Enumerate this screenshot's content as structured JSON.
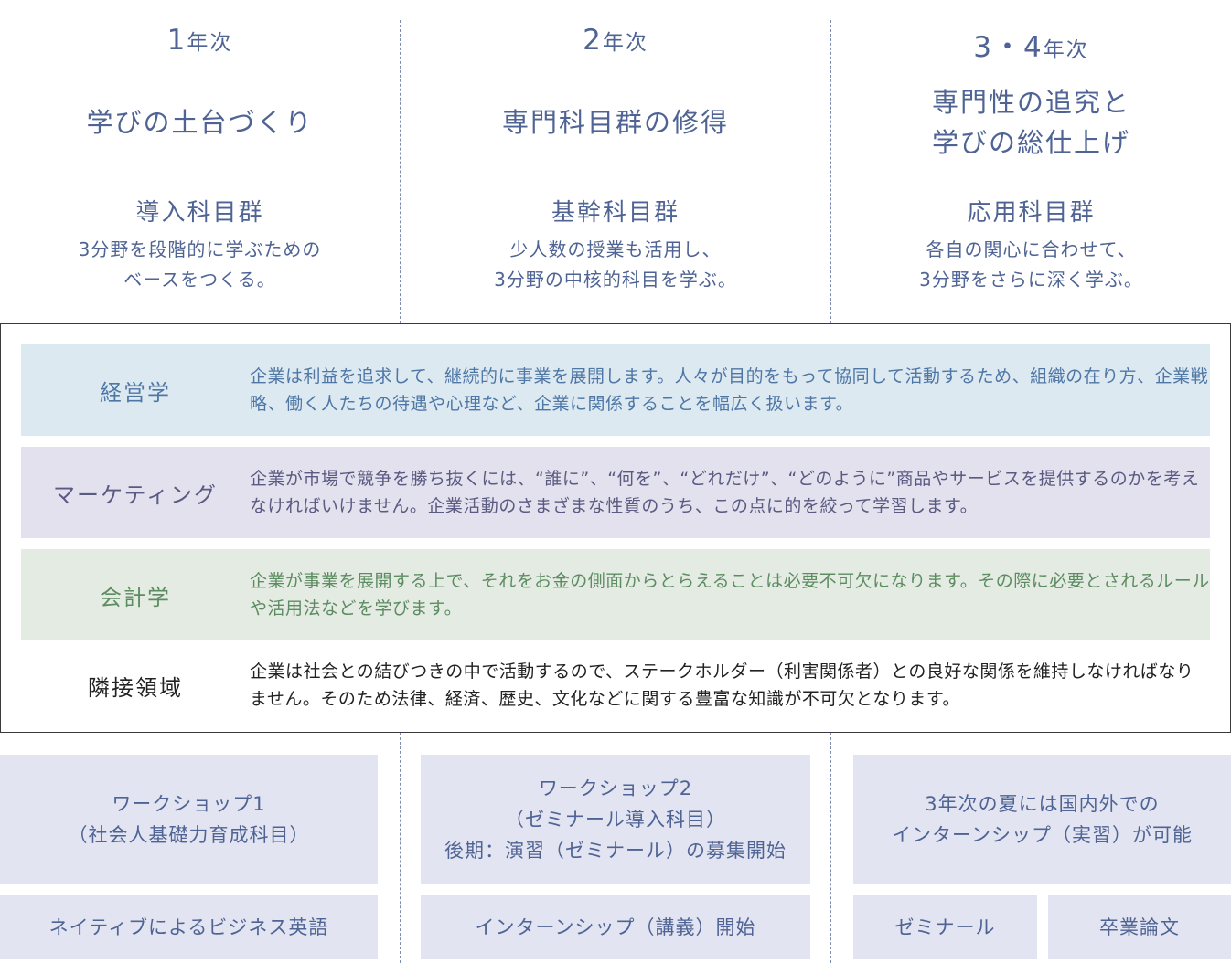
{
  "years": [
    {
      "num": "1",
      "suffix": "年次",
      "headline": [
        "学びの土台づくり"
      ],
      "group": "導入科目群",
      "desc": [
        "3分野を段階的に学ぶための",
        "ベースをつくる。"
      ]
    },
    {
      "num": "2",
      "suffix": "年次",
      "headline": [
        "専門科目群の修得"
      ],
      "group": "基幹科目群",
      "desc": [
        "少人数の授業も活用し、",
        "3分野の中核的科目を学ぶ。"
      ]
    },
    {
      "num": "3・4",
      "suffix": "年次",
      "headline": [
        "専門性の追究と",
        "学びの総仕上げ"
      ],
      "group": "応用科目群",
      "desc": [
        "各自の関心に合わせて、",
        "3分野をさらに深く学ぶ。"
      ]
    }
  ],
  "fields": [
    {
      "name": "経営学",
      "text": "企業は利益を追求して、継続的に事業を展開します。人々が目的をもって協同して活動するため、組織の在り方、企業戦略、働く人たちの待遇や心理など、企業に関係することを幅広く扱います。"
    },
    {
      "name": "マーケティング",
      "text": "企業が市場で競争を勝ち抜くには、“誰に”、“何を”、“どれだけ”、“どのように”商品やサービスを提供するのかを考えなければいけません。企業活動のさまざまな性質のうち、この点に的を絞って学習します。"
    },
    {
      "name": "会計学",
      "text": "企業が事業を展開する上で、それをお金の側面からとらえることは必要不可欠になります。その際に必要とされるルールや活用法などを学びます。"
    },
    {
      "name": "隣接領域",
      "text": "企業は社会との結びつきの中で活動するので、ステークホルダー（利害関係者）との良好な関係を維持しなければなりません。そのため法律、経済、歴史、文化などに関する豊富な知識が不可欠となります。"
    }
  ],
  "boxes": {
    "workshop1": [
      "ワークショップ1",
      "（社会人基礎力育成科目）"
    ],
    "english": "ネイティブによるビジネス英語",
    "workshop2": [
      "ワークショップ2",
      "（ゼミナール導入科目）",
      "後期：演習（ゼミナール）の募集開始"
    ],
    "internship_lecture": "インターンシップ（講義）開始",
    "internship_practice": [
      "3年次の夏には国内外での",
      "インターンシップ（実習）が可能"
    ],
    "seminar": "ゼミナール",
    "thesis": "卒業論文"
  }
}
